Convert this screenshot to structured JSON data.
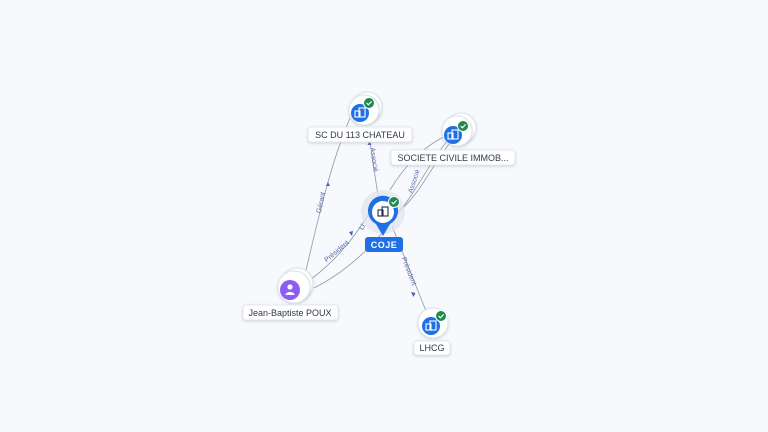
{
  "colors": {
    "company_node": "#1f6fe5",
    "person_node": "#8d5cf5",
    "verified_badge": "#1e8a4c",
    "main_label_bg": "#1f6fe5",
    "edge": "#8e96a6",
    "edge_label": "#5a6aa8"
  },
  "graph": {
    "nodes": {
      "coje": {
        "label": "COJE",
        "type": "company",
        "verified": true,
        "main": true,
        "icon": "building-icon"
      },
      "sc_chateau": {
        "label": "SC DU 113 CHATEAU",
        "type": "company",
        "verified": true,
        "icon": "building-icon"
      },
      "sci": {
        "label": "SOCIETE CIVILE IMMOB...",
        "type": "company",
        "verified": true,
        "icon": "building-icon"
      },
      "lhcg": {
        "label": "LHCG",
        "type": "company",
        "verified": true,
        "icon": "building-icon"
      },
      "jbp": {
        "label": "Jean-Baptiste POUX",
        "type": "person",
        "verified": false,
        "icon": "person-icon"
      }
    },
    "edges": {
      "coje_sc": {
        "from": "COJE",
        "to": "SC DU 113 CHATEAU",
        "label": "Associé"
      },
      "coje_sci": {
        "from": "COJE",
        "to": "SOCIETE CIVILE IMMOB...",
        "label": "Associé"
      },
      "coje_lhcg": {
        "from": "COJE",
        "to": "LHCG",
        "label": "Président"
      },
      "jbp_sc": {
        "from": "Jean-Baptiste POUX",
        "to": "SC DU 113 CHATEAU",
        "label": "Gérant"
      },
      "jbp_coje": {
        "from": "Jean-Baptiste POUX",
        "to": "COJE",
        "label": "Président"
      },
      "jbp_sci": {
        "from": "Jean-Baptiste POUX",
        "to": "SOCIETE CIVILE IMMOB...",
        "label": "Li"
      }
    }
  }
}
